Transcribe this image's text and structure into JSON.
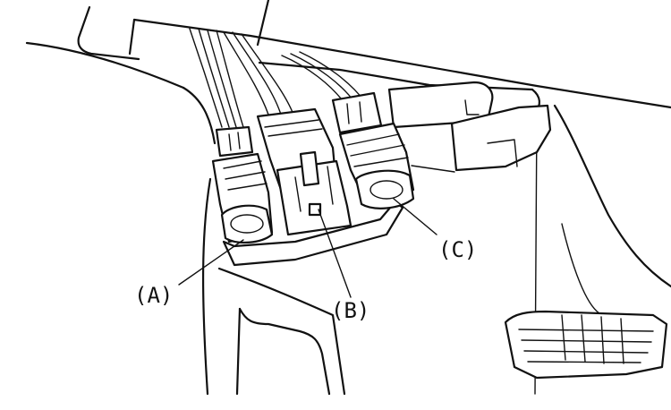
{
  "callouts": {
    "a": "(A)",
    "b": "(B)",
    "c": "(C)"
  },
  "colors": {
    "ink": "#111111",
    "paper": "#ffffff"
  }
}
